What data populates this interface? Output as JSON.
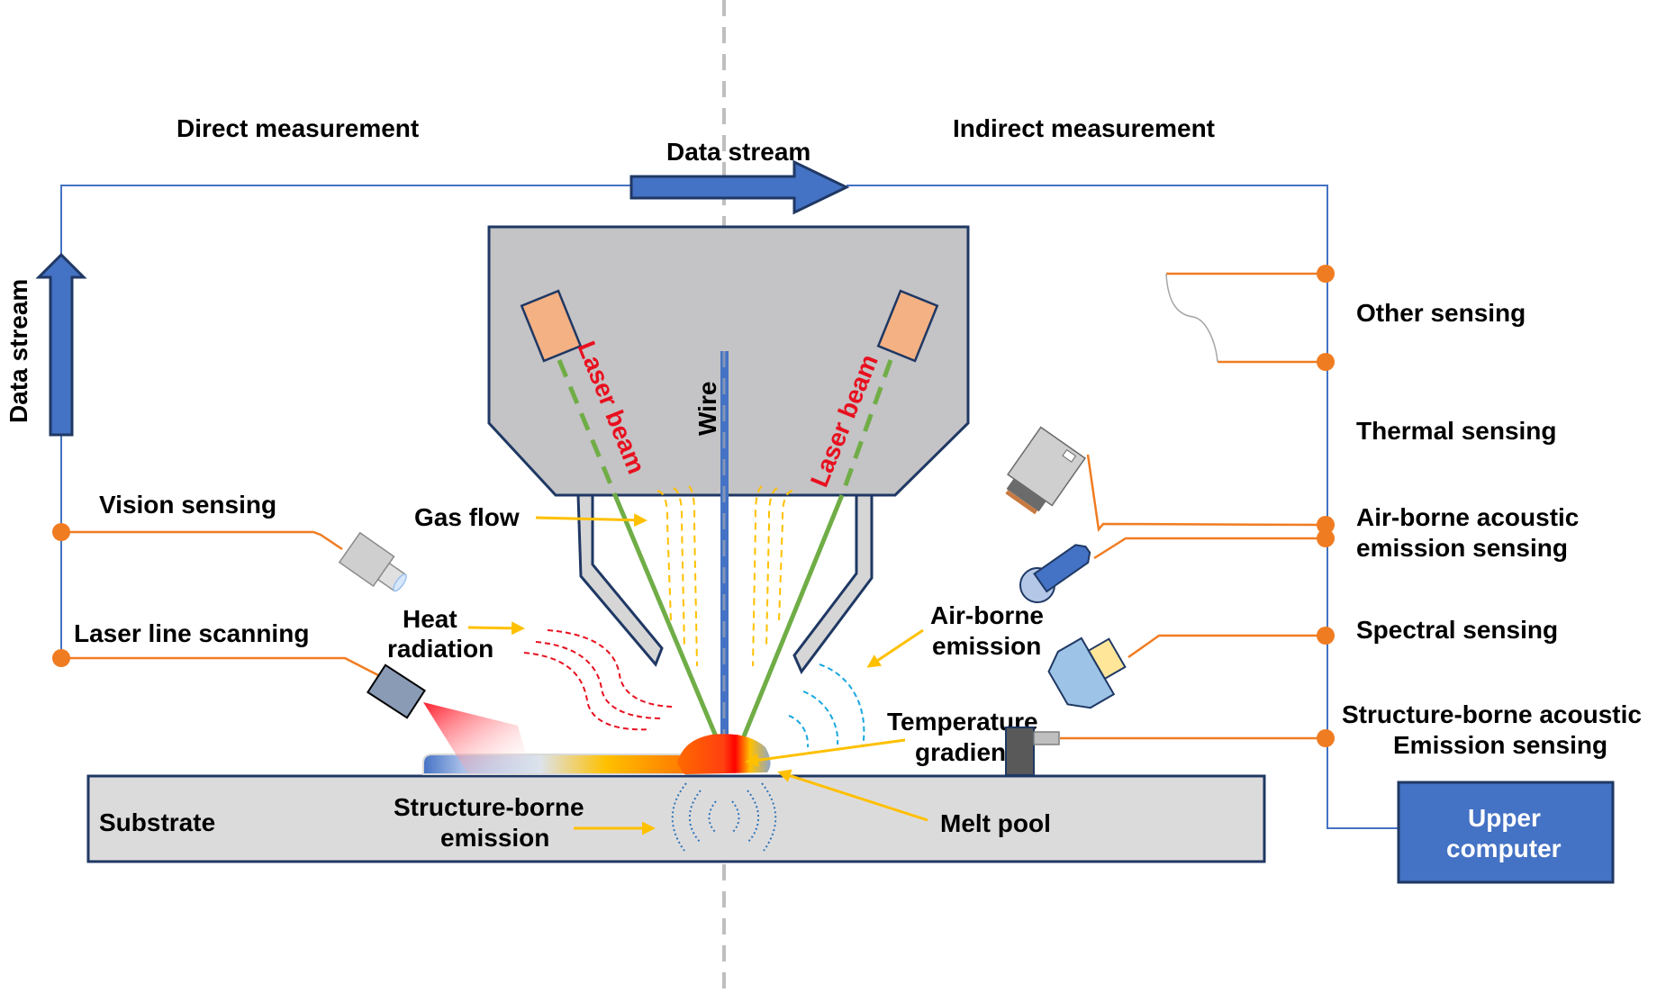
{
  "colors": {
    "bus_line": "#4472c4",
    "arrow_fill": "#4472c4",
    "arrow_stroke": "#1f3864",
    "sensor_wire": "#f07c22",
    "node_dot": "#f07c22",
    "head_fill": "#c4c3c5",
    "head_stroke": "#1f3864",
    "laser_source": "#f4b183",
    "laser_beam": "#70ad47",
    "laser_label": "#e8101f",
    "wire": "#4472c4",
    "gas_flow": "#ffc000",
    "heat_radiation": "#e8101f",
    "airborne_waves": "#19a7e0",
    "structure_waves": "#2e75b6",
    "substrate_fill": "#dcdbdc",
    "callout_arrow": "#ffc000",
    "center_divider": "#bfbfbf",
    "upper_computer_fill": "#4472c4"
  },
  "sections": {
    "direct": "Direct measurement",
    "indirect": "Indirect measurement"
  },
  "data_stream": {
    "horizontal_label": "Data stream",
    "vertical_label": "Data stream"
  },
  "process": {
    "laser_beam_left": "Laser beam",
    "laser_beam_right": "Laser beam",
    "wire": "Wire",
    "gas_flow": "Gas flow",
    "heat_radiation_line1": "Heat",
    "heat_radiation_line2": "radiation",
    "airborne_emission_line1": "Air-borne",
    "airborne_emission_line2": "emission",
    "temperature_gradient_line1": "Temperature",
    "temperature_gradient_line2": "gradient",
    "melt_pool": "Melt pool",
    "structure_emission_line1": "Structure-borne",
    "structure_emission_line2": "emission",
    "substrate": "Substrate"
  },
  "direct_sensors": [
    {
      "id": "vision",
      "label": "Vision sensing",
      "icon": "camera-icon"
    },
    {
      "id": "laser-line",
      "label": "Laser line scanning",
      "icon": "laser-scanner-icon"
    }
  ],
  "indirect_sensors": [
    {
      "id": "other",
      "label": "Other sensing",
      "icon": "probe-cable-icon"
    },
    {
      "id": "thermal",
      "label": "Thermal sensing",
      "icon": "thermal-camera-icon"
    },
    {
      "id": "airborne",
      "label_line1": "Air-borne acoustic",
      "label_line2": "emission sensing",
      "icon": "microphone-icon"
    },
    {
      "id": "spectral",
      "label": "Spectral sensing",
      "icon": "spectrometer-icon"
    },
    {
      "id": "structure",
      "label_line1": "Structure-borne acoustic",
      "label_line2": "Emission sensing",
      "icon": "ae-sensor-icon"
    }
  ],
  "upper_computer": {
    "line1": "Upper",
    "line2": "computer"
  }
}
